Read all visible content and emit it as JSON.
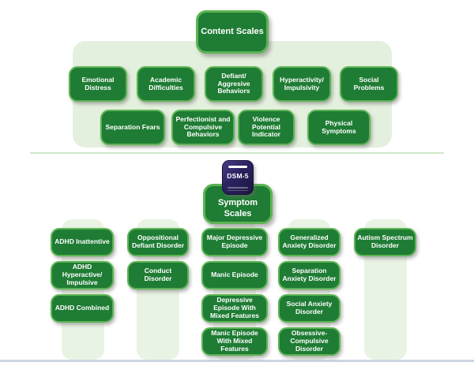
{
  "colors": {
    "node_fill": "#1f7c34",
    "node_border": "#5cb453",
    "group_background": "#e4f0de",
    "column_bar": "#e9f3e4",
    "divider": "#cfe9c8",
    "bottom_rule": "#ccd6e1",
    "dsm_badge": "#2a2260",
    "node_text": "#ffffff"
  },
  "content_section": {
    "root_label": "Content Scales",
    "row1": [
      "Emotional Distress",
      "Academic Difficulties",
      "Defiant/ Aggresive Behaviors",
      "Hyperactivity/ Impulsivity",
      "Social Problems"
    ],
    "row2": [
      "Separation Fears",
      "Perfectionist and Compulsive Behaviors",
      "Violence Potential Indicator",
      "Physical Symptoms"
    ]
  },
  "symptom_section": {
    "root_label": "Symptom Scales",
    "badge_label": "DSM-5",
    "columns": [
      [
        "ADHD Inattentive",
        "ADHD Hyperactive/ Impulsive",
        "ADHD Combined"
      ],
      [
        "Oppositional Defiant Disorder",
        "Conduct Disorder"
      ],
      [
        "Major Depressive Episode",
        "Manic Episode",
        "Depressive Episode With Mixed Features",
        "Manic Episode With Mixed Features"
      ],
      [
        "Generalized Anxiety Disorder",
        "Separation Anxiety Disorder",
        "Social Anxiety Disorder",
        "Obsessive-Compulsive Disorder"
      ],
      [
        "Autism Spectrum Disorder"
      ]
    ]
  }
}
